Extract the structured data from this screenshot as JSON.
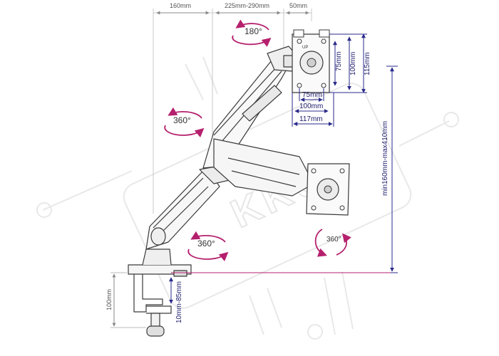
{
  "watermark": {
    "text": "KKU"
  },
  "colors": {
    "dimension_line": "#2a2a8c",
    "rotation_arrow": "#b5206d",
    "guide_line": "#c8c8c8",
    "arm_outline": "#3a3a3a",
    "watermark": "#e6e6e6"
  },
  "dimensions": {
    "top_left_width": "160mm",
    "top_mid_width": "225mm-290mm",
    "top_right_width": "50mm",
    "plate_height_75": "75mm",
    "plate_height_100": "100mm",
    "plate_height_115": "115mm",
    "plate_width_75": "75mm",
    "plate_width_100": "100mm",
    "plate_width_117": "117mm",
    "height_range": "min160mm-max410mm",
    "clamp_height": "100mm",
    "clamp_thickness": "10mm-85mm"
  },
  "rotations": {
    "top_swivel": "180°",
    "upper_arm_swivel": "360°",
    "base_swivel": "360°",
    "plate_rotation": "360°"
  },
  "plate_marks": {
    "up_label": "UP"
  }
}
